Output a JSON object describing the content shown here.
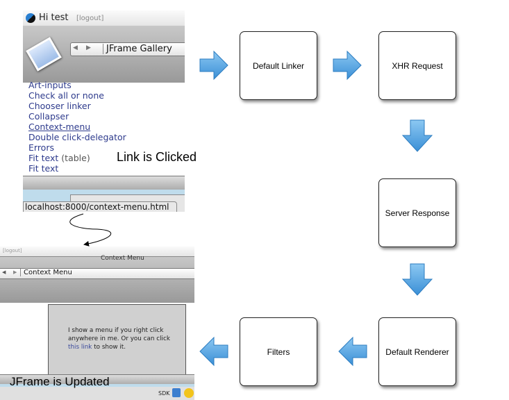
{
  "flow": {
    "nodes": [
      "Default Linker",
      "XHR Request",
      "Server Response",
      "Default Renderer",
      "Filters"
    ],
    "arrow_color": "#4aa3e0"
  },
  "labels": {
    "clicked": "Link is Clicked",
    "updated": "JFrame is Updated"
  },
  "shot1": {
    "greeting": "Hi test",
    "logout": "[logout]",
    "title": "JFrame Gallery",
    "items": [
      "Art-inputs",
      "Check all or none",
      "Chooser linker",
      "Collapser",
      "Context-menu",
      "Double click-delegator",
      "Errors",
      "Fit text",
      "Fit text"
    ],
    "item_suffix": "(table)",
    "status_url": "localhost:8000/context-menu.html"
  },
  "shot2": {
    "logout": "[logout]",
    "window_title": "Context Menu",
    "title": "Context Menu",
    "body_text": "I show a menu if you right click anywhere in me. Or you can click",
    "link": "this link",
    "after_link": "to show it.",
    "sdk": "SDK"
  }
}
